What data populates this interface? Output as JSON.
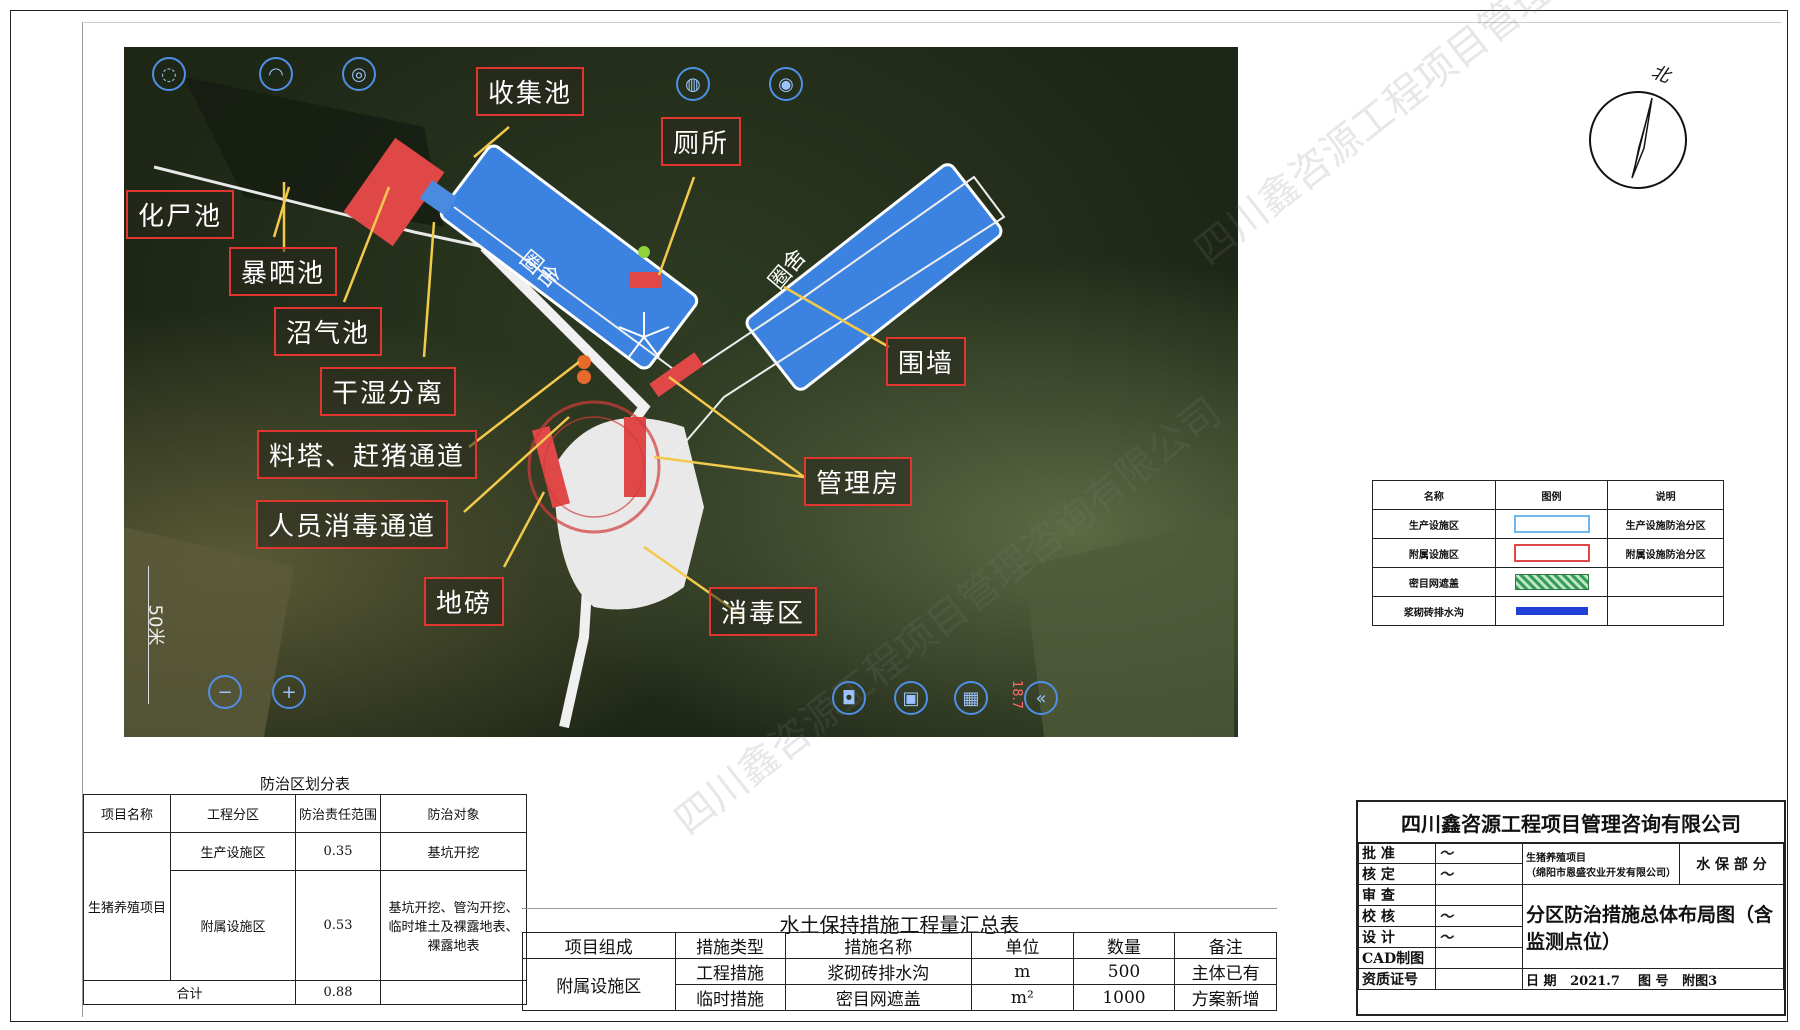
{
  "map": {
    "labels": {
      "shoujichi": "收集池",
      "cesuo": "厕所",
      "huashichi": "化尸池",
      "baoshaichi": "暴晒池",
      "zhaoqichi": "沼气池",
      "ganshifenli": "干湿分离",
      "liaota": "料塔、赶猪通道",
      "renyuan": "人员消毒通道",
      "dibang": "地磅",
      "xiaoduqu": "消毒区",
      "guanlifang": "管理房",
      "weiqiang": "围墙",
      "quanshe_left": "圈舍",
      "quanshe_right": "圈舍"
    },
    "scale_label": "50米",
    "compass_north": "北",
    "nav_text": "18.7"
  },
  "legend": {
    "headers": [
      "名称",
      "图例",
      "说明"
    ],
    "rows": [
      {
        "name": "生产设施区",
        "note": "生产设施防治分区",
        "color": "#9fd3f5"
      },
      {
        "name": "附属设施区",
        "note": "附属设施防治分区",
        "color": "#e85a5a"
      },
      {
        "name": "密目网遮盖",
        "note": "",
        "color": "#3a9b5a"
      },
      {
        "name": "浆砌砖排水沟",
        "note": "",
        "color": "#1f3fd6"
      }
    ]
  },
  "zone_table": {
    "caption": "防治区划分表",
    "headers": [
      "项目名称",
      "工程分区",
      "防治责任范围",
      "防治对象"
    ],
    "project": "生猪养殖项目",
    "rows": [
      {
        "area": "生产设施区",
        "value": "0.35",
        "object": "基坑开挖"
      },
      {
        "area": "附属设施区",
        "value": "0.53",
        "object": "基坑开挖、管沟开挖、临时堆土及裸露地表、裸露地表"
      }
    ],
    "total_label": "合计",
    "total_value": "0.88"
  },
  "summary_table": {
    "caption": "水土保持措施工程量汇总表",
    "headers": [
      "项目组成",
      "措施类型",
      "措施名称",
      "单位",
      "数量",
      "备注"
    ],
    "group": "附属设施区",
    "rows": [
      {
        "type": "工程措施",
        "name": "浆砌砖排水沟",
        "unit": "m",
        "qty": "500",
        "note": "主体已有"
      },
      {
        "type": "临时措施",
        "name": "密目网遮盖",
        "unit": "m²",
        "qty": "1000",
        "note": "方案新增"
      }
    ]
  },
  "title_block": {
    "company": "四川鑫咨源工程项目管理咨询有限公司",
    "roles": [
      "批 准",
      "核 定",
      "审 查",
      "校 核",
      "设 计",
      "CAD制图",
      "资质证号"
    ],
    "project_name": "生猪养殖项目",
    "owner": "（绵阳市恩盛农业开发有限公司）",
    "section": "水 保 部 分",
    "drawing_title": "分区防治措施总体布局图（含监测点位）",
    "date_label": "日 期",
    "date": "2021.7",
    "no_label": "图 号",
    "no": "附图3"
  },
  "watermark": "四川鑫咨源工程项目管理咨询有限公司"
}
